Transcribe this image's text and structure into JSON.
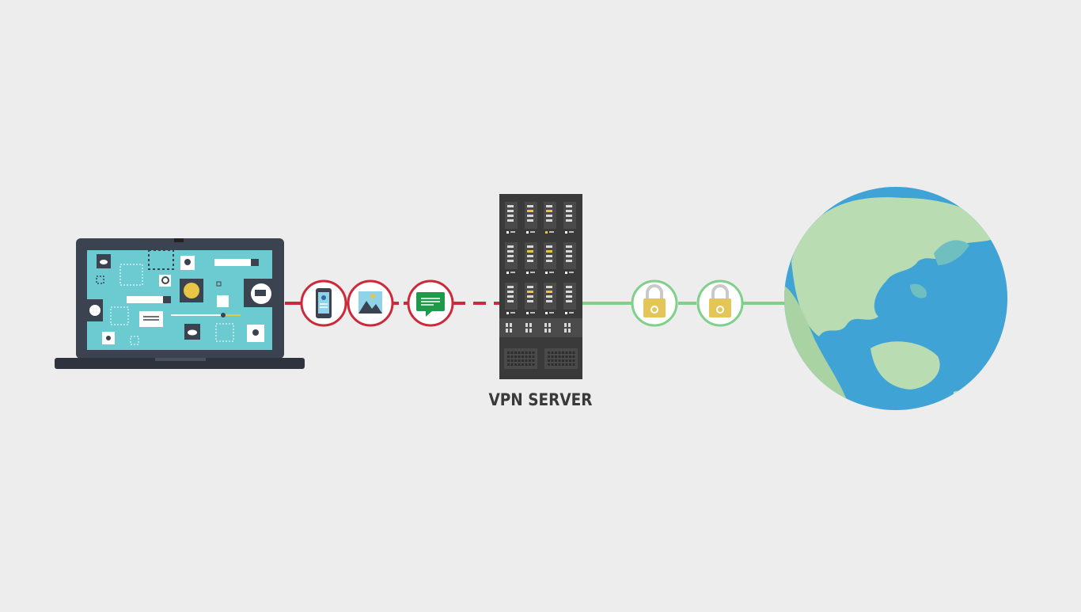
{
  "diagram": {
    "server_label": "VPN SERVER",
    "nodes": [
      {
        "id": "laptop",
        "icon": "laptop-icon"
      },
      {
        "id": "vpn-server",
        "icon": "server-rack-icon"
      },
      {
        "id": "internet",
        "icon": "globe-icon"
      }
    ],
    "unencrypted_packets": [
      "mobile-contact-icon",
      "image-icon",
      "chat-message-icon"
    ],
    "encrypted_packets": [
      "padlock-icon",
      "padlock-icon"
    ],
    "colors": {
      "background": "#ededed",
      "unencrypted_link": "#cc2a3a",
      "encrypted_link": "#7fd08a",
      "laptop_screen": "#6ccbd0",
      "laptop_body": "#3b4250",
      "server_body": "#3a3a3a",
      "globe_ocean": "#3fa3d6",
      "globe_land": "#b9dcb2",
      "padlock": "#e3c657"
    }
  }
}
